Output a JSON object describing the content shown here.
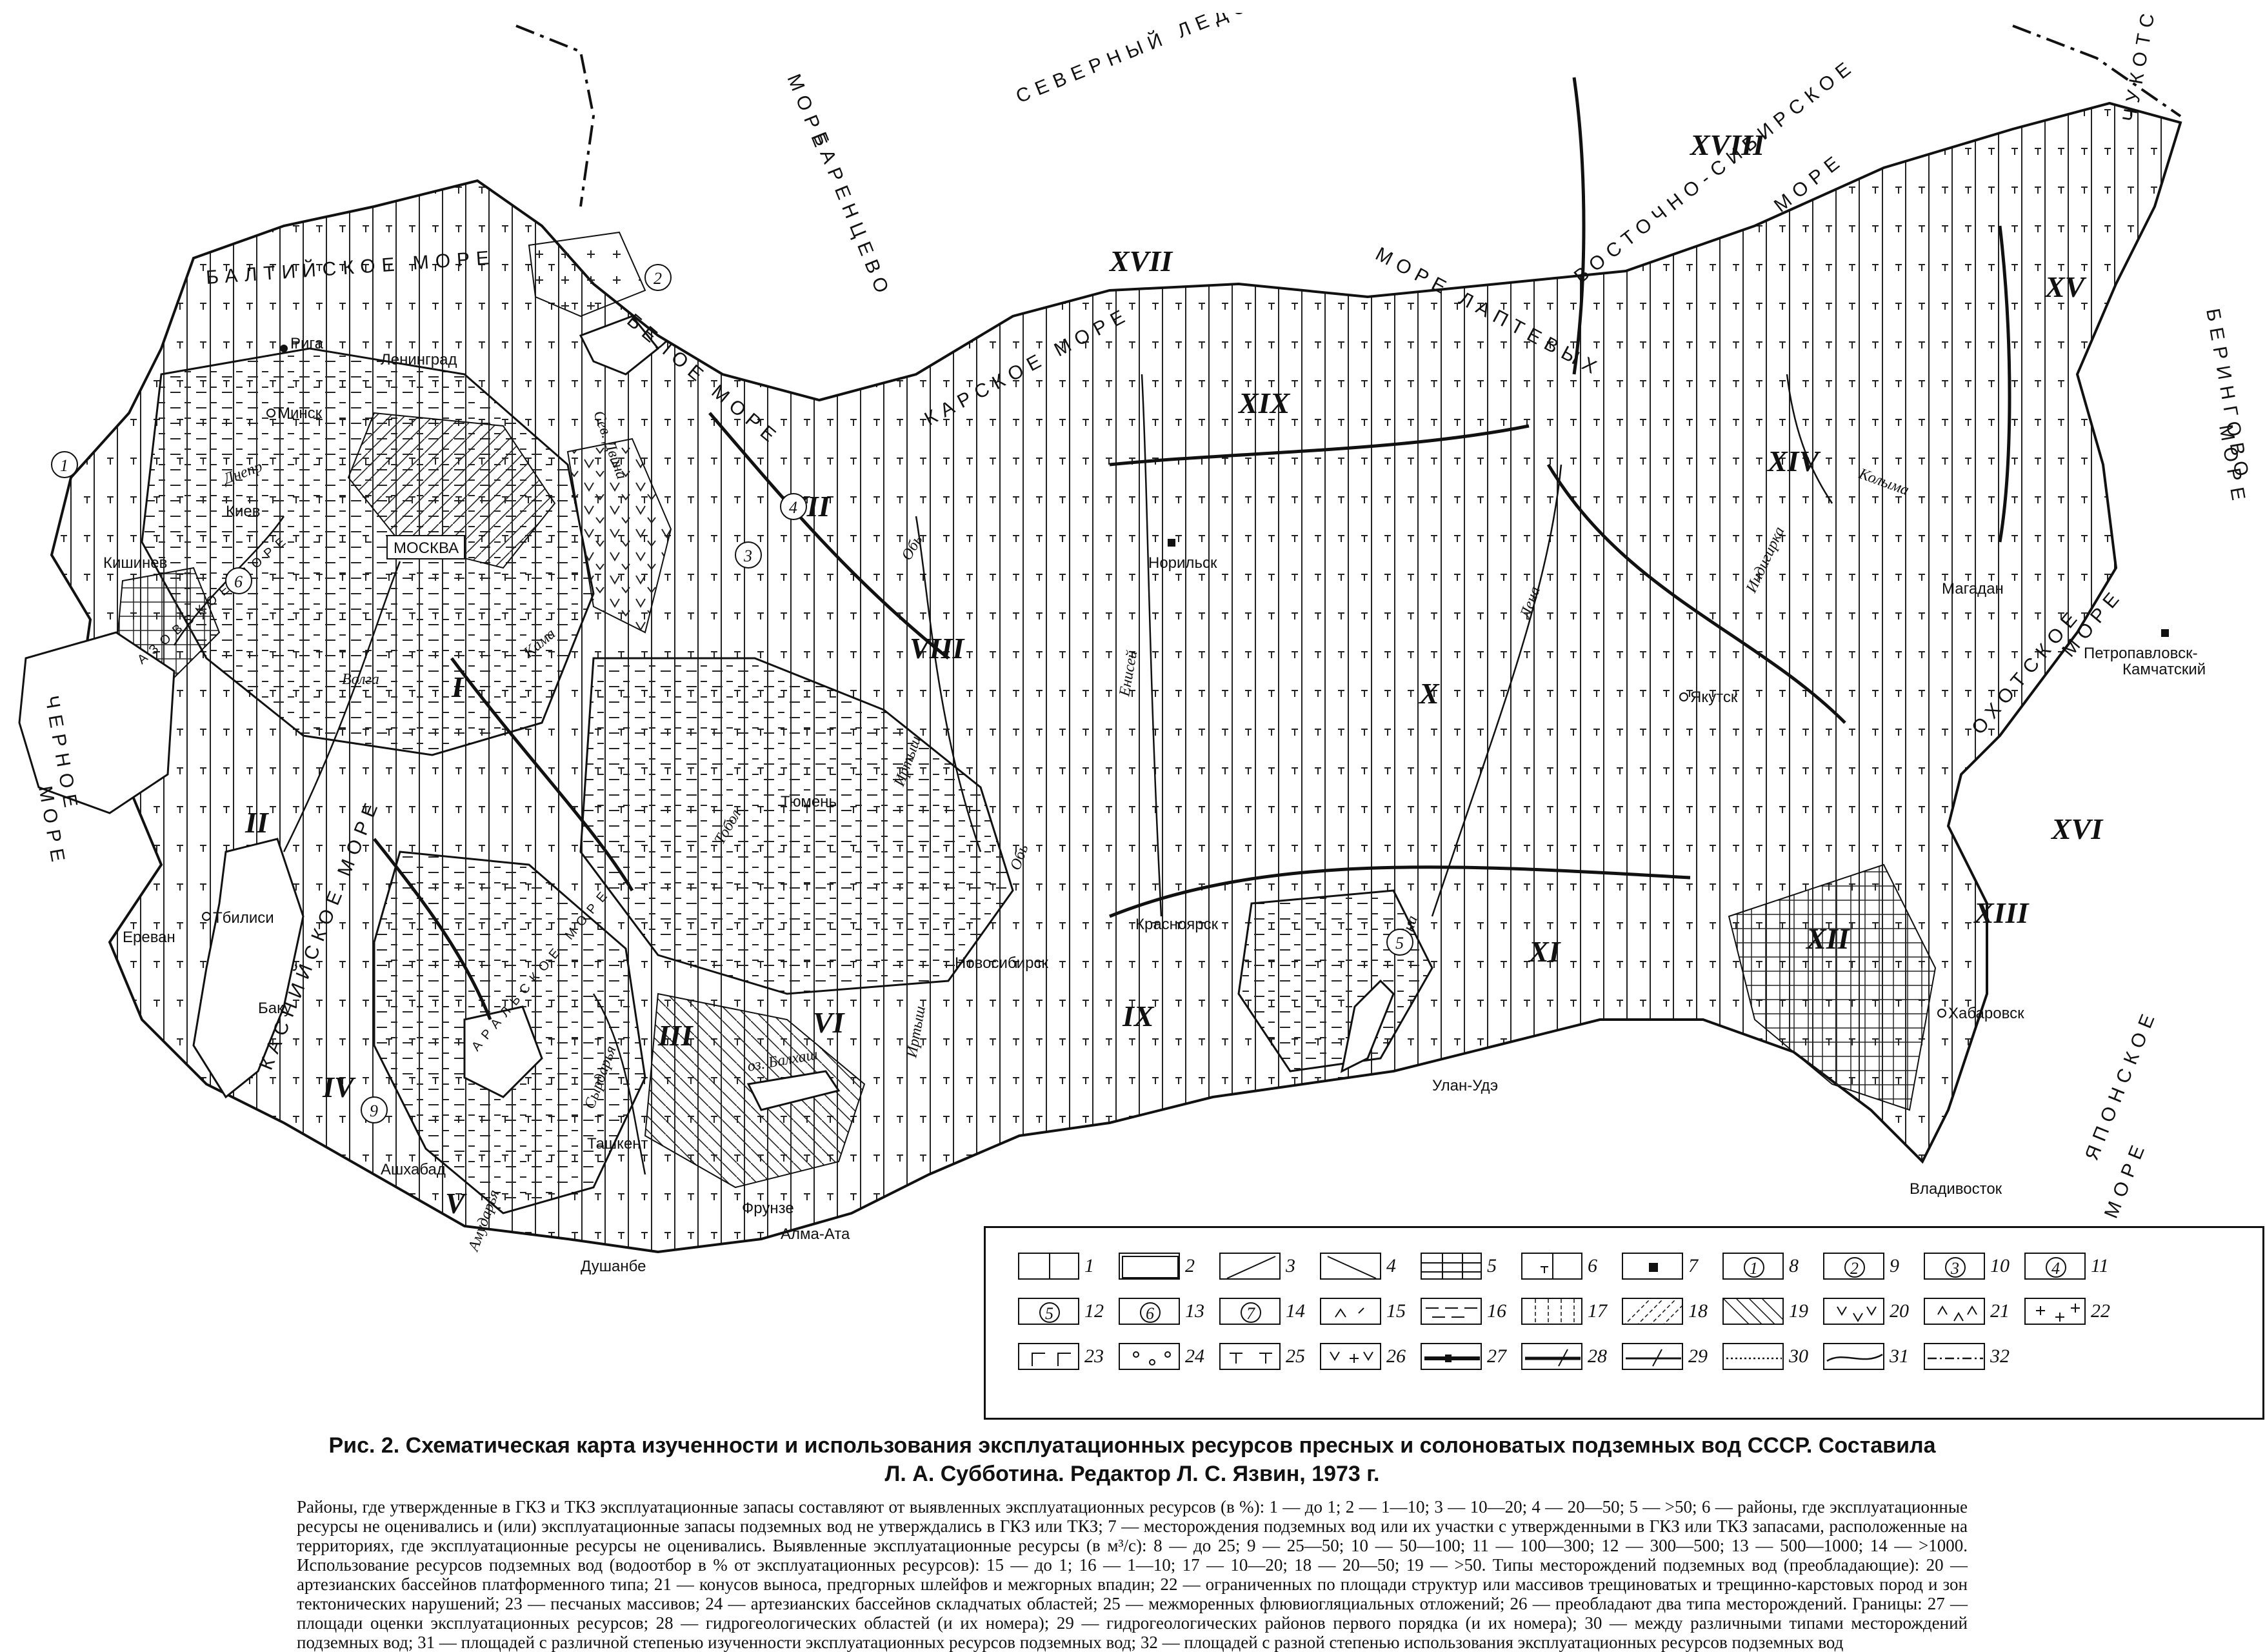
{
  "map": {
    "seas": {
      "north_ocean": "СЕВЕРНЫЙ ЛЕДОВИТЫЙ ОКЕАН",
      "barents": "БАРЕНЦЕВО",
      "barents_more": "МОРЕ",
      "kara": "КАРСКОЕ МОРЕ",
      "laptev": "МОРЕ ЛАПТЕВЫХ",
      "east_siberian": "ВОСТОЧНО-СИБИРСКОЕ",
      "east_siberian_more": "МОРЕ",
      "chukchi": "ЧУКОТСКОЕ МОРЕ",
      "bering": "БЕРИНГОВО",
      "bering_more": "МОРЕ",
      "baltic": "БАЛТИЙСКОЕ МОРЕ",
      "white": "БЕЛОЕ МОРЕ",
      "black": "ЧЕРНОЕ",
      "black_more": "МОРЕ",
      "azov": "АЗОВСКОЕ МОРЕ",
      "caspian": "КАСПИЙСКОЕ МОРЕ",
      "aral": "АРАЛЬСКОЕ МОРЕ",
      "okhotsk": "ОХОТСКОЕ",
      "okhotsk_more": "МОРЕ",
      "japan": "ЯПОНСКОЕ",
      "japan_more": "МОРЕ",
      "balkhash": "оз. Балхаш"
    },
    "cities": {
      "riga": "Рига",
      "leningrad": "Ленинград",
      "minsk": "Минск",
      "kiev": "Киев",
      "kishinev": "Кишинев",
      "moscow": "МОСКВА",
      "tbilisi": "Тбилиси",
      "erevan": "Ереван",
      "baku": "Баку",
      "ashkhabad": "Ашхабад",
      "tashkent": "Ташкент",
      "dushanbe": "Душанбе",
      "frunze": "Фрунзе",
      "alma_ata": "Алма-Ата",
      "tyumen": "Тюмень",
      "novosibirsk": "Новосибирск",
      "krasnoyarsk": "Красноярск",
      "norilsk": "Норильск",
      "yakutsk": "Якутск",
      "ulan_ude": "Улан-Удэ",
      "magadan": "Магадан",
      "petropavlovsk_1": "Петропавловск-",
      "petropavlovsk_2": "Камчатский",
      "khabarovsk": "Хабаровск",
      "vladivostok": "Владивосток"
    },
    "rivers": {
      "dnepr": "Днепр",
      "volga": "Волга",
      "kama": "Кама",
      "sev_dvina": "Сев. Двина",
      "ob": "Обь",
      "ob2": "Обь",
      "irtysh": "Иртыш",
      "irtysh2": "Иртыш",
      "tobol": "Тобол",
      "enisei": "Енисей",
      "lena": "Лена",
      "lena2": "Лена",
      "kolyma": "Колыма",
      "indigirka": "Индигирка",
      "syrdarya": "Сырдарья",
      "amudarya": "Амударья"
    },
    "regions": [
      "I",
      "II",
      "III",
      "IV",
      "V",
      "VI",
      "VII",
      "VIII",
      "IX",
      "X",
      "XI",
      "XII",
      "XIII",
      "XIV",
      "XV",
      "XVI",
      "XVII",
      "XVIII",
      "XIX"
    ],
    "district_numbers": [
      "1",
      "2",
      "3",
      "4",
      "5",
      "6",
      "9"
    ]
  },
  "legend": {
    "items": [
      "1",
      "2",
      "3",
      "4",
      "5",
      "6",
      "7",
      "8",
      "9",
      "10",
      "11",
      "12",
      "13",
      "14",
      "15",
      "16",
      "17",
      "18",
      "19",
      "20",
      "21",
      "22",
      "23",
      "24",
      "25",
      "26",
      "27",
      "28",
      "29",
      "30",
      "31",
      "32"
    ],
    "circled": {
      "8": "1",
      "9": "2",
      "10": "3",
      "11": "4",
      "12": "5",
      "13": "6",
      "14": "7"
    }
  },
  "caption": {
    "title_line1": "Рис. 2. Схематическая карта изученности и использования эксплуатационных ресурсов пресных и солоноватых подземных вод СССР. Составила",
    "title_line2": "Л. А. Субботина. Редактор Л. С. Язвин, 1973 г.",
    "body": "Районы, где утвержденные в ГКЗ и ТКЗ эксплуатационные запасы составляют от выявленных эксплуатационных ресурсов (в %): 1 — до 1; 2 — 1—10; 3 — 10—20; 4 — 20—50; 5 — >50; 6 — районы, где эксплуатационные ресурсы не оценивались и (или) эксплуатационные запасы подземных вод не утверждались в ГКЗ или ТКЗ; 7 — месторождения подземных вод или их участки с утвержденными в ГКЗ или ТКЗ запасами, расположенные на территориях, где эксплуатационные ресурсы не оценивались. Выявленные эксплуатационные ресурсы (в м³/с): 8 — до 25; 9 — 25—50; 10 — 50—100; 11 — 100—300; 12 — 300—500; 13 — 500—1000; 14 — >1000. Использование ресурсов подземных вод (водоотбор в % от эксплуатационных ресурсов): 15 — до 1; 16 — 1—10; 17 — 10—20; 18 — 20—50; 19 — >50. Типы месторождений подземных вод (преобладающие): 20 — артезианских бассейнов платформенного типа; 21 — конусов выноса, предгорных шлейфов и межгорных впадин; 22 — ограниченных по площади структур или массивов трещиноватых и трещинно-карстовых пород и зон тектонических нарушений; 23 — песчаных массивов; 24 — артезианских бассейнов складчатых областей; 25 — межморенных флювиогляциальных отложений; 26 — преобладают два типа месторождений. Границы: 27 — площади оценки эксплуатационных ресурсов; 28 — гидрогеологических областей (и их номера); 29 — гидрогеологических районов первого порядка (и их номера); 30 — между различными типами месторождений подземных вод; 31 — площадей с различной степенью изученности эксплуатационных ресурсов подземных вод; 32 — площадей с разной степенью использования эксплуатационных ресурсов подземных вод"
  }
}
